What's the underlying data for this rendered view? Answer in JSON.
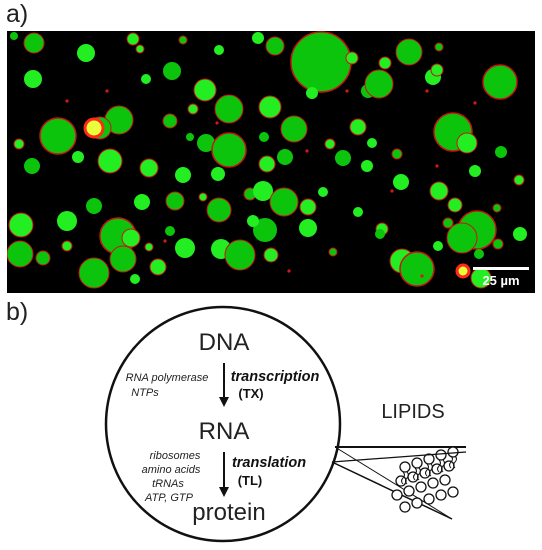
{
  "panel_a": {
    "label": "a)",
    "scale_bar_text": "25 µm",
    "colors": {
      "background": "#000000",
      "green": "#1ee61e",
      "red_rim": "#c81414"
    }
  },
  "panel_b": {
    "label": "b)",
    "dna": "DNA",
    "rna": "RNA",
    "protein": "protein",
    "transcription": "transcription",
    "tx": "(TX)",
    "translation": "translation",
    "tl": "(TL)",
    "tx_components": [
      "RNA polymerase",
      "NTPs"
    ],
    "tl_components": [
      "ribosomes",
      "amino acids",
      "tRNAs",
      "ATP, GTP"
    ],
    "lipids": "LIPIDS"
  }
}
